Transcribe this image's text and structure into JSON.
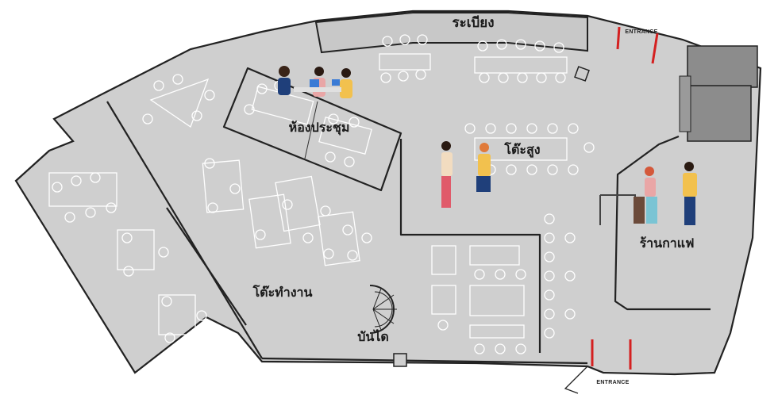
{
  "plan": {
    "zones": {
      "corridor": "ระเบียง",
      "meeting_room": "ห้องประชุม",
      "high_table": "โต๊ะสูง",
      "workspace": "โต๊ะทำงาน",
      "stairs": "บันได",
      "cafe": "ร้านกาแฟ"
    },
    "entrances": {
      "top": "ENTRANCE",
      "bottom": "ENTRANCE"
    },
    "colors": {
      "floor": "#cfcfcf",
      "furniture_line": "#ffffff",
      "wall": "#222222",
      "service_block": "#8c8c8c",
      "door_marker": "#d42020"
    }
  }
}
